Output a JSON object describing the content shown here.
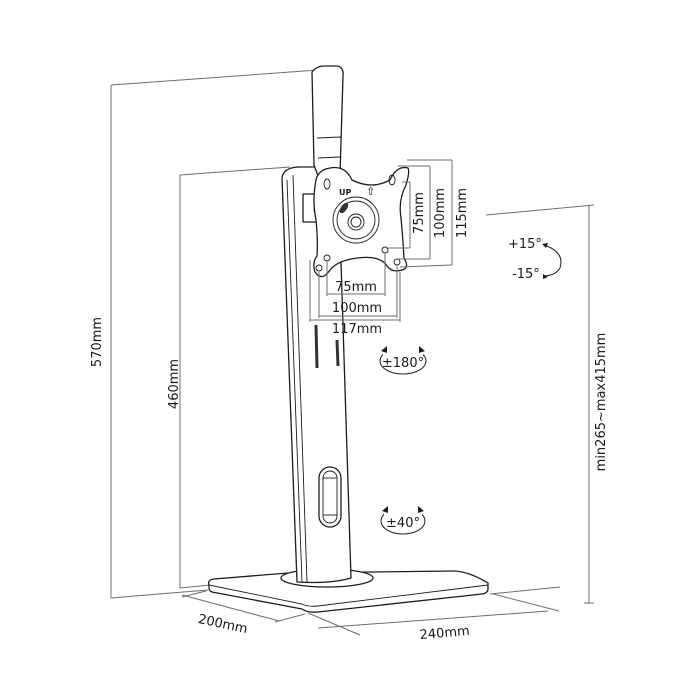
{
  "diagram": {
    "subject": "Monitor desk stand with VESA mount plate",
    "colors": {
      "line": "#1c1c1c",
      "dimension_line": "#6e6e6e",
      "background": "#ffffff"
    },
    "dimensions": {
      "total_height": "570mm",
      "pole_height": "460mm",
      "height_range": "min265~max415mm",
      "base_depth": "200mm",
      "base_width": "240mm",
      "vesa_h_75": "75mm",
      "vesa_h_100": "100mm",
      "vesa_h_117": "117mm",
      "vesa_v_75": "75mm",
      "vesa_v_100": "100mm",
      "vesa_v_115": "115mm"
    },
    "rotations": {
      "tilt_up": "+15°",
      "tilt_down": "-15°",
      "rotate": "±180°",
      "swivel": "±40°"
    },
    "plate_markings": {
      "up_text": "UP",
      "up_arrow": "⇧"
    }
  }
}
